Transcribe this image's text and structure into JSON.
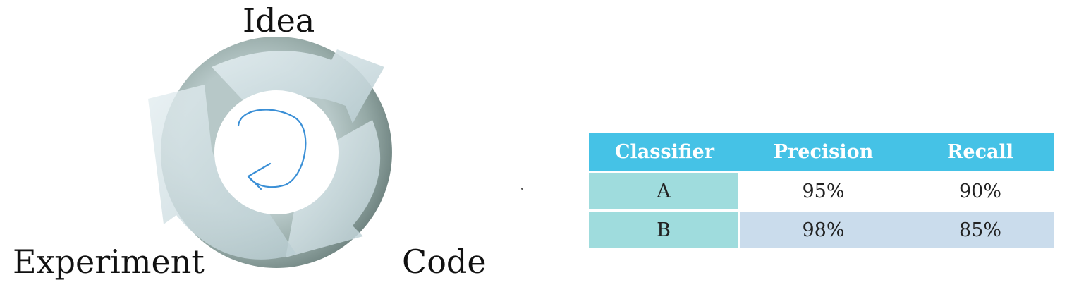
{
  "cycle": {
    "labels": {
      "top": "Idea",
      "bottom_left": "Experiment",
      "bottom_right": "Code"
    },
    "colors": {
      "ring_dark": "#7f9491",
      "ring_light": "#c6d6d9",
      "arrow": "#d3e3e8",
      "pen": "#3a8fd6"
    }
  },
  "table": {
    "headers": [
      "Classifier",
      "Precision",
      "Recall"
    ],
    "rows": [
      [
        "A",
        "95%",
        "90%"
      ],
      [
        "B",
        "98%",
        "85%"
      ]
    ],
    "colors": {
      "header": "#45c2e6",
      "name_col": "#9fdcdd",
      "alt_row": "#cadcec"
    }
  }
}
